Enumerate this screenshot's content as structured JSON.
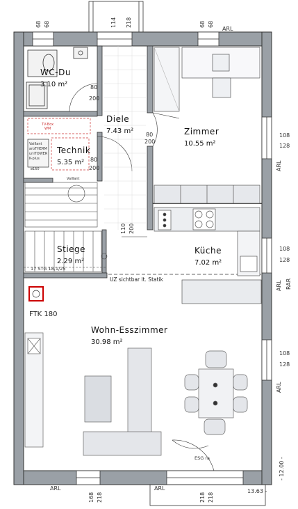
{
  "rooms": {
    "wc": {
      "name": "WC-Du",
      "area": "3.10 m²"
    },
    "diele": {
      "name": "Diele",
      "area": "7.43 m²"
    },
    "zimmer": {
      "name": "Zimmer",
      "area": "10.55 m²"
    },
    "technik": {
      "name": "Technik",
      "area": "5.35 m²"
    },
    "stiege": {
      "name": "Stiege",
      "area": "2.29 m²"
    },
    "kueche": {
      "name": "Küche",
      "area": "7.02 m²"
    },
    "wohn": {
      "name": "Wohn-Esszimmer",
      "area": "30.98 m²"
    }
  },
  "labels": {
    "ftk": "FTK 180",
    "uz": "UZ sichtbar lt. Statik",
    "stair_note": "17 STG 18,1/25",
    "esg": "ESG ra",
    "vaillant": [
      "Vaillant",
      "aroTHERM",
      "uniTOWER",
      "K-plus"
    ],
    "oe160": "ø160",
    "vaillant2": "Vaillant",
    "tv": "TV-Box",
    "wm": "WM"
  },
  "dims": {
    "top_68a": "68",
    "top_68b": "68",
    "top_114": "114",
    "top_218": "218",
    "top_68c": "68",
    "top_68d": "68",
    "top_arl": "ARL",
    "door_80a": "80",
    "door_200a": "200",
    "door_80b": "80",
    "door_200b": "200",
    "door_80c": "80",
    "door_200c": "200",
    "door_110": "110",
    "door_200d": "200",
    "r108a": "108",
    "r128a": "128",
    "r_arl1": "ARL",
    "r108b": "108",
    "r128b": "128",
    "r_rar": "RAR",
    "r_arl2": "ARL",
    "r108c": "108",
    "r128c": "128",
    "r_arl3": "ARL",
    "r_1200": "- 12.00 -",
    "b_arl1": "ARL",
    "b_168": "168",
    "b_218a": "218",
    "b_arl2": "ARL",
    "b_218b": "218",
    "b_218c": "218",
    "b_1363": "13.63 -"
  }
}
